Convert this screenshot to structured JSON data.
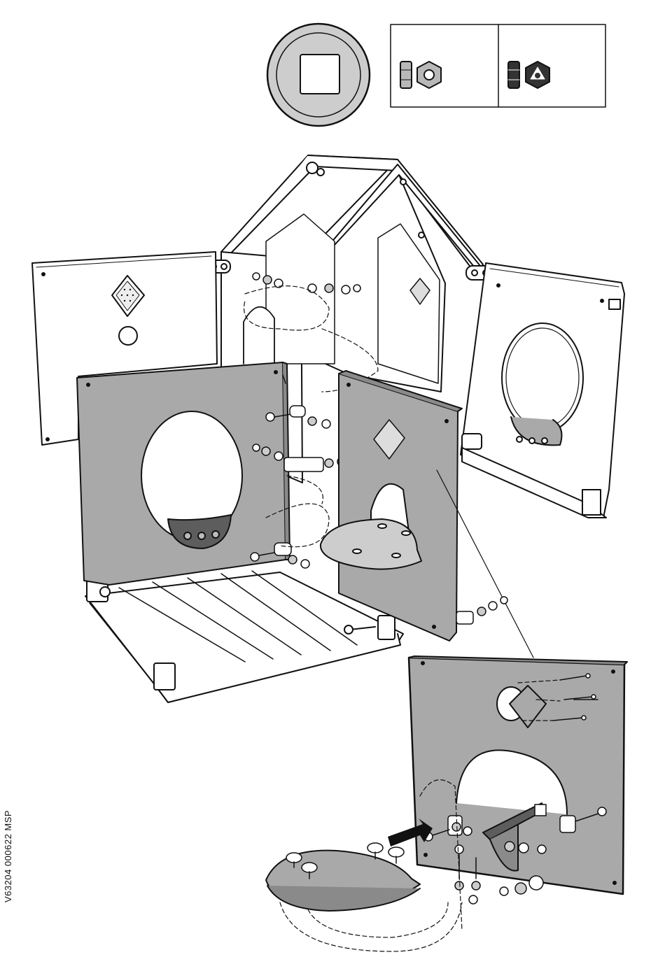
{
  "document": {
    "code": "V63204  000622  MSP"
  },
  "colors": {
    "panel_gray": "#a9a9a9",
    "dark_gray": "#5d5d5d",
    "disc_gray": "#cdcdcd",
    "line": "#111111",
    "paper": "#ffffff"
  },
  "legend": {
    "items": [
      {
        "icon": "square-hole-disc-icon"
      },
      {
        "icon": "hex-nut-icon"
      },
      {
        "icon": "lock-nut-icon"
      }
    ]
  },
  "parts": [
    {
      "name": "roof-gable-frame"
    },
    {
      "name": "back-wall-panel"
    },
    {
      "name": "side-door-panel-left"
    },
    {
      "name": "side-window-panel-right"
    },
    {
      "name": "floor-platform"
    },
    {
      "name": "front-panel-arch"
    },
    {
      "name": "seat-shelf"
    },
    {
      "name": "detail-panel"
    },
    {
      "name": "detail-seat"
    }
  ]
}
